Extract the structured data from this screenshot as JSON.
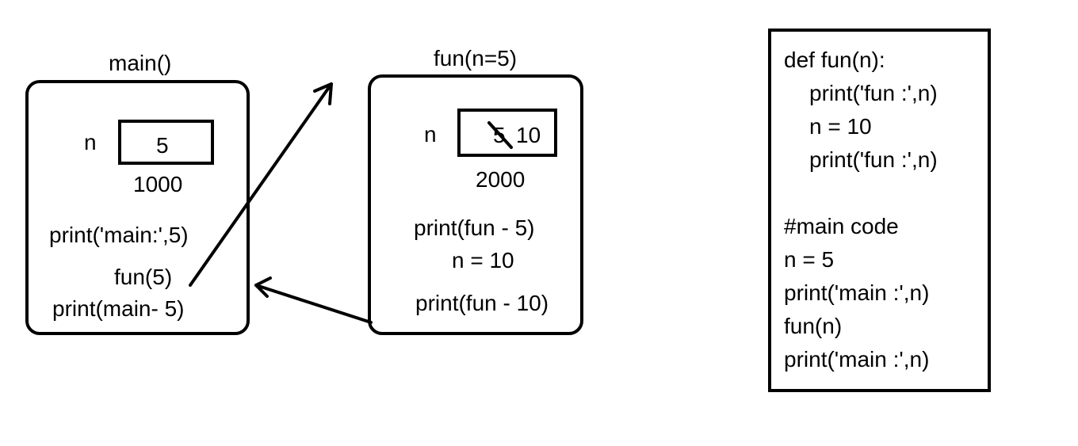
{
  "main_frame": {
    "title": "main()",
    "var_name": "n",
    "var_value": "5",
    "address": "1000",
    "line1": "print('main:',5)",
    "line2": "fun(5)",
    "line3": "print(main- 5)"
  },
  "fun_frame": {
    "title": "fun(n=5)",
    "var_name": "n",
    "old_value": "5",
    "new_value": "10",
    "address": "2000",
    "line1": "print(fun - 5)",
    "line2": "n = 10",
    "line3": "print(fun - 10)"
  },
  "code_panel": {
    "lines": [
      "def fun(n):",
      "print('fun :',n)",
      "n = 10",
      "print('fun :',n)",
      "#main code",
      "n = 5",
      "print('main :',n)",
      "fun(n)",
      "print('main :',n)"
    ]
  }
}
